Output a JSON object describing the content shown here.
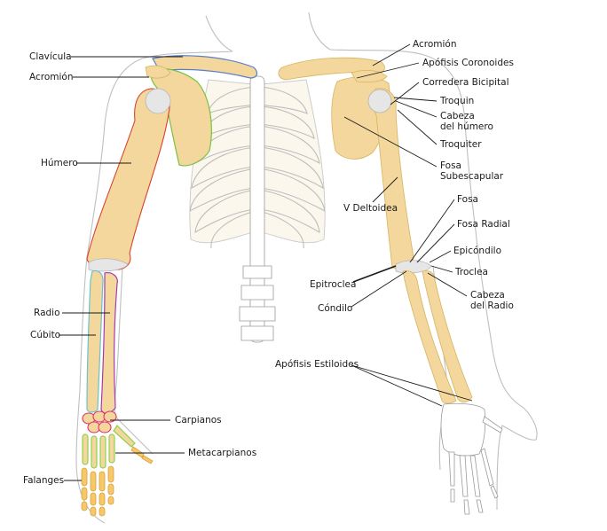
{
  "colors": {
    "bone": "#f3d79c",
    "bone_outline": "#d6b463",
    "humerus_highlight": "#d9432f",
    "clavicle_highlight": "#5b7fc7",
    "scapula_highlight": "#7ac142",
    "radius_highlight": "#a23bb5",
    "ulna_highlight": "#67c4c9",
    "carpal_highlight": "#e0306d",
    "metacarpal_highlight": "#8fd14f",
    "phalanx_color": "#f6c86a",
    "label_text": "#1a1a1a"
  },
  "labels": {
    "left": {
      "clavicula": "Clavícula",
      "acromion": "Acromión",
      "humero": "Húmero",
      "radio": "Radio",
      "cubito": "Cúbito",
      "carpianos": "Carpianos",
      "metacarpianos": "Metacarpianos",
      "falanges": "Falanges"
    },
    "right": {
      "acromion": "Acromión",
      "apofisis_coronoides": "Apófisis Coronoides",
      "corredera_bicipital": "Corredera Bicipital",
      "troquin": "Troquin",
      "cabeza_humero_1": "Cabeza",
      "cabeza_humero_2": "del húmero",
      "troquiter": "Troquiter",
      "fosa_subescapular_1": "Fosa",
      "fosa_subescapular_2": "Subescapular",
      "v_deltoidea": "V Deltoidea",
      "fosa": "Fosa",
      "fosa_radial": "Fosa Radial",
      "epicondilo": "Epicóndilo",
      "troclea": "Troclea",
      "epitroclea": "Epitroclea",
      "condilo": "Cóndilo",
      "cabeza_radio_1": "Cabeza",
      "cabeza_radio_2": "del Radio",
      "apofisis_estiloides": "Apófisis Estiloides"
    }
  }
}
